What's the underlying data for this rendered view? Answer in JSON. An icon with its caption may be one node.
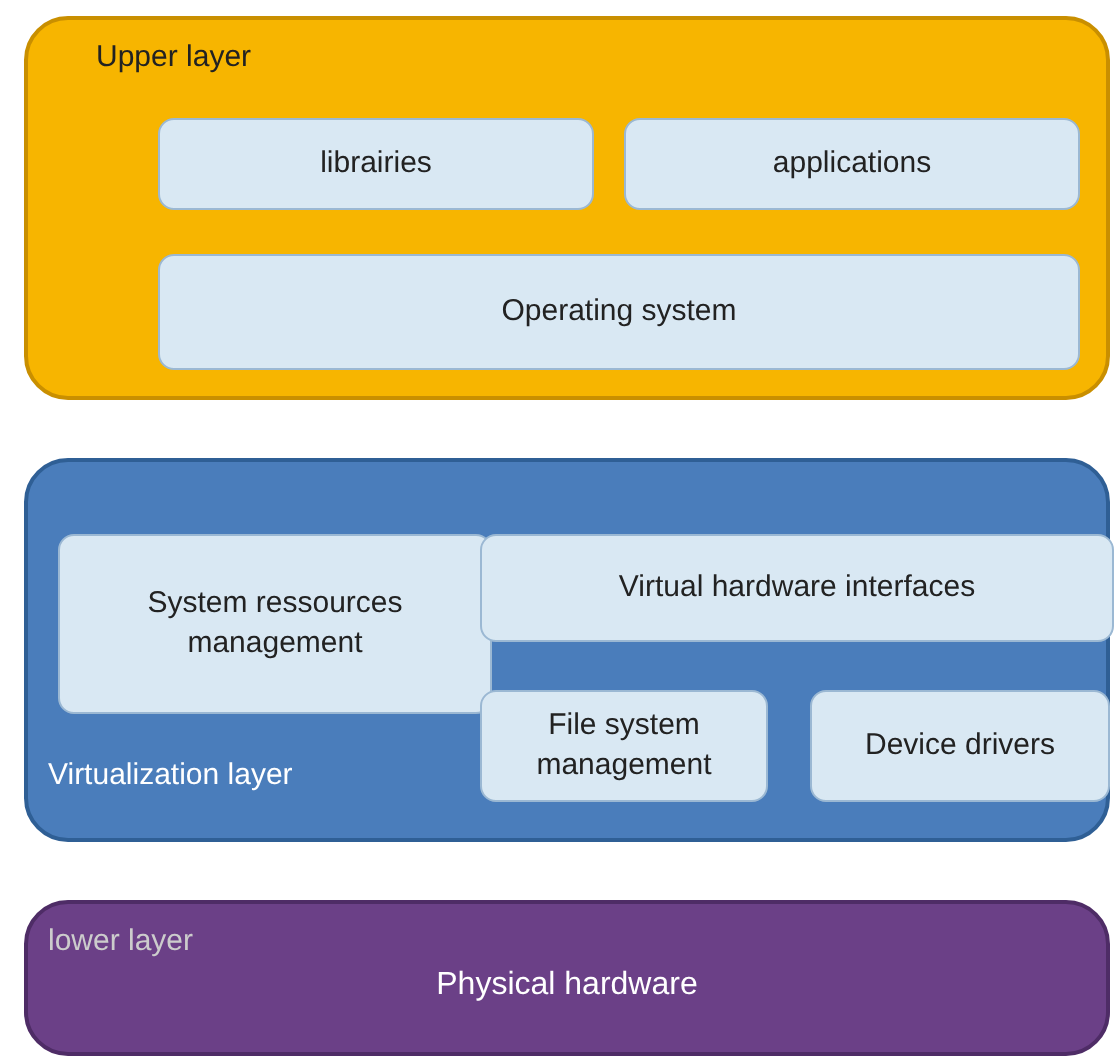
{
  "diagram": {
    "nodes": [
      {
        "text": [
          "Upper layer"
        ]
      },
      {
        "text": [
          "librairies"
        ],
        "in": 0
      },
      {
        "text": [
          "applications"
        ],
        "in": 0
      },
      {
        "text": [
          "Operating system"
        ],
        "in": 0
      },
      {
        "text": [
          "Virtualization layer"
        ]
      },
      {
        "text": [
          "System ressources management"
        ],
        "in": 4
      },
      {
        "text": [
          "Virtual hardware interfaces"
        ],
        "in": 4
      },
      {
        "text": [
          "File system management"
        ],
        "in": 4
      },
      {
        "text": [
          "Device drivers"
        ],
        "in": 4
      },
      {
        "text": [
          "lower layer",
          "Physical hardware"
        ]
      }
    ]
  }
}
